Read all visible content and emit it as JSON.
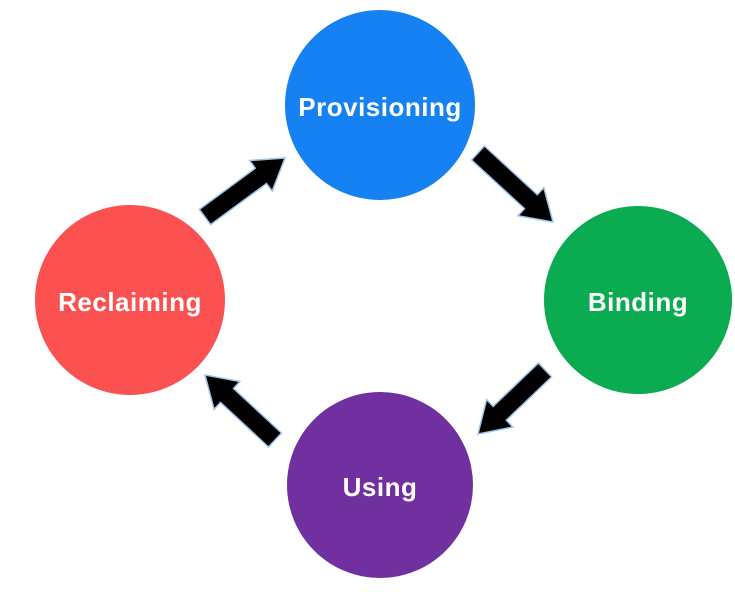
{
  "diagram": {
    "type": "cycle",
    "background": "#ffffff",
    "nodes": [
      {
        "id": "provisioning",
        "label": "Provisioning",
        "color": "#1681f2",
        "text_color": "#ffffff",
        "position": "top"
      },
      {
        "id": "binding",
        "label": "Binding",
        "color": "#0bab51",
        "text_color": "#ffffff",
        "position": "right"
      },
      {
        "id": "using",
        "label": "Using",
        "color": "#7030a0",
        "text_color": "#ffffff",
        "position": "bottom"
      },
      {
        "id": "reclaiming",
        "label": "Reclaiming",
        "color": "#fb5151",
        "text_color": "#ffffff",
        "position": "left"
      }
    ],
    "arrows": [
      {
        "from": "reclaiming",
        "to": "provisioning",
        "direction": "up-right"
      },
      {
        "from": "provisioning",
        "to": "binding",
        "direction": "down-right"
      },
      {
        "from": "binding",
        "to": "using",
        "direction": "down-left"
      },
      {
        "from": "using",
        "to": "reclaiming",
        "direction": "up-left"
      }
    ],
    "arrow_color": "#000000",
    "arrow_outline_color": "#9dc3e6"
  }
}
